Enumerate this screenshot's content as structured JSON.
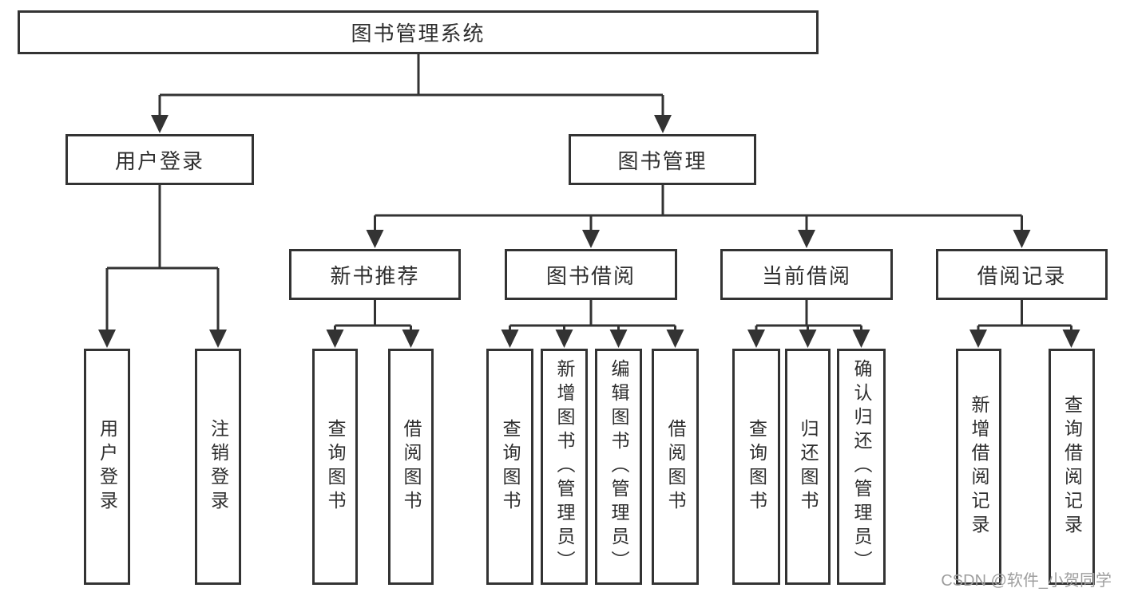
{
  "diagram": {
    "root": {
      "label": "图书管理系统"
    },
    "branches": [
      {
        "label": "用户登录",
        "children": [
          {
            "label": "用户登录"
          },
          {
            "label": "注销登录"
          }
        ]
      },
      {
        "label": "图书管理",
        "groups": [
          {
            "label": "新书推荐",
            "children": [
              {
                "label": "查询图书"
              },
              {
                "label": "借阅图书"
              }
            ]
          },
          {
            "label": "图书借阅",
            "children": [
              {
                "label": "查询图书"
              },
              {
                "label": "新增图书（管理员）"
              },
              {
                "label": "编辑图书（管理员）"
              },
              {
                "label": "借阅图书"
              }
            ]
          },
          {
            "label": "当前借阅",
            "children": [
              {
                "label": "查询图书"
              },
              {
                "label": "归还图书"
              },
              {
                "label": "确认归还（管理员）"
              }
            ]
          },
          {
            "label": "借阅记录",
            "children": [
              {
                "label": "新增借阅记录"
              },
              {
                "label": "查询借阅记录"
              }
            ]
          }
        ]
      }
    ]
  },
  "watermark": {
    "text": "CSDN @软件_小贺同学"
  },
  "colors": {
    "line": "#333333",
    "text": "#2e2e2e",
    "background": "#ffffff",
    "watermark": "#9e9e9e"
  }
}
